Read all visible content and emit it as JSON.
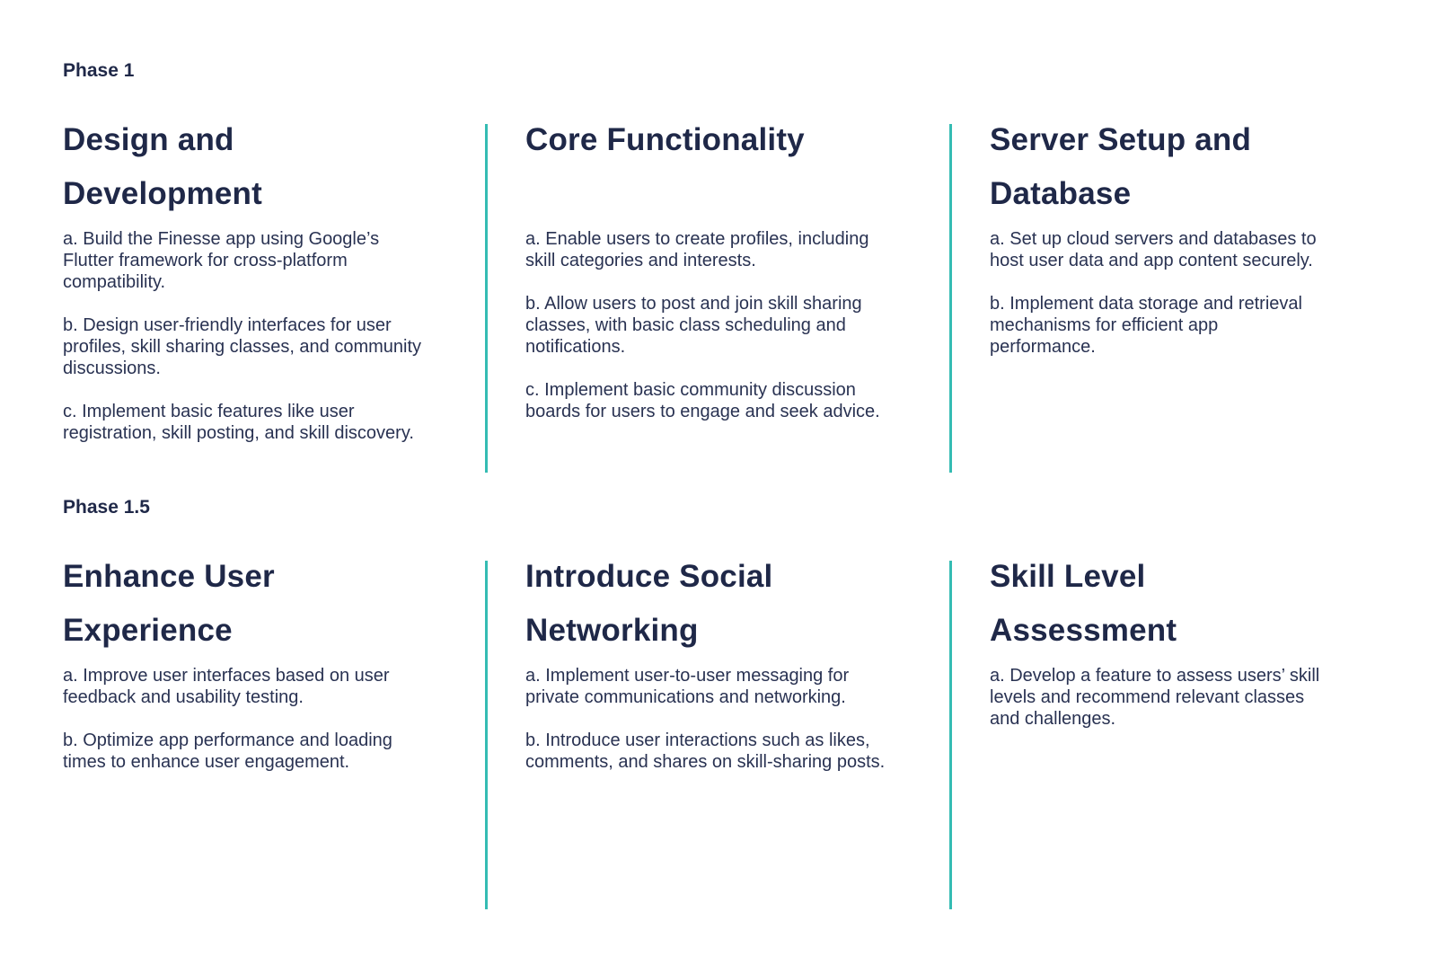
{
  "colors": {
    "background": "#ffffff",
    "heading": "#1f2848",
    "body_text": "#293252",
    "divider": "#35bcb3"
  },
  "sections": [
    {
      "phase_label": "Phase 1",
      "columns": [
        {
          "title": "Design and Development",
          "items": [
            "a. Build the Finesse app using Google’s Flutter framework for cross-platform compatibility.",
            "b. Design user-friendly interfaces for user profiles, skill sharing classes, and community discussions.",
            "c. Implement basic features like user registration, skill posting, and skill discovery."
          ]
        },
        {
          "title": "Core Functionality",
          "items": [
            "a. Enable users to create profiles, including skill categories and interests.",
            "b. Allow users to post and join skill sharing classes, with basic class scheduling and notifications.",
            "c. Implement basic community discussion boards for users to engage and seek advice."
          ]
        },
        {
          "title": "Server Setup and Database",
          "items": [
            "a. Set up cloud servers and databases to host user data and app content securely.",
            "b. Implement data storage and retrieval mechanisms for efficient app performance."
          ]
        }
      ]
    },
    {
      "phase_label": "Phase 1.5",
      "columns": [
        {
          "title": "Enhance User Experience",
          "items": [
            "a. Improve user interfaces based on user feedback and usability testing.",
            "b. Optimize app performance and loading times to enhance user engagement."
          ]
        },
        {
          "title": "Introduce Social Networking",
          "items": [
            "a. Implement user-to-user messaging for private communications and networking.",
            "b. Introduce user interactions such as likes, comments, and shares on skill-sharing posts."
          ]
        },
        {
          "title": "Skill Level Assessment",
          "items": [
            "a. Develop a feature to assess users’ skill levels and recommend relevant classes and challenges."
          ]
        }
      ]
    }
  ]
}
